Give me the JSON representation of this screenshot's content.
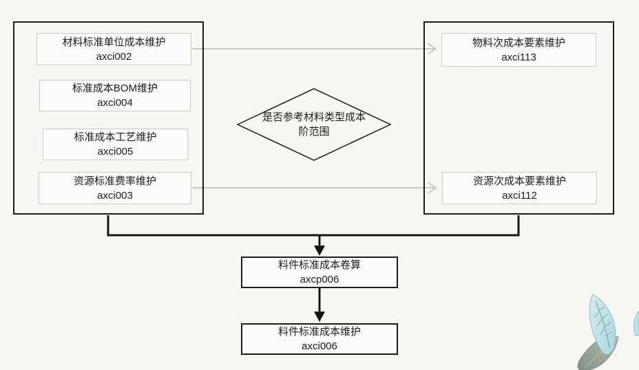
{
  "flowchart": {
    "left_group": {
      "items": [
        {
          "title": "材料标准单位成本维护",
          "code": "axci002"
        },
        {
          "title": "标准成本BOM维护",
          "code": "axci004"
        },
        {
          "title": "标准成本工艺维护",
          "code": "axci005"
        },
        {
          "title": "资源标准费率维护",
          "code": "axci003"
        }
      ]
    },
    "right_group": {
      "items": [
        {
          "title": "物料次成本要素维护",
          "code": "axci113"
        },
        {
          "title": "资源次成本要素维护",
          "code": "axci112"
        }
      ]
    },
    "decision": {
      "text_line1": "是否参考材料类型成本",
      "text_line2": "阶范围"
    },
    "bottom_nodes": [
      {
        "title": "料件标准成本卷算",
        "code": "axcp006"
      },
      {
        "title": "料件标准成本维护",
        "code": "axci006"
      }
    ],
    "colors": {
      "paper": "#f8f7f3",
      "group_border": "#1a1a1a",
      "node_border": "#c9c9c9",
      "node_fill": "#fdfdfb",
      "connector_gray": "#c9c9c9",
      "connector_black": "#141414",
      "text": "#1c1c1c",
      "leaf_teal": "#bfe3e5",
      "leaf_teal_stroke": "#8fb9bc",
      "leaf_gray": "#97a69f",
      "leaf_vein_yellow": "#cfc47a"
    }
  }
}
